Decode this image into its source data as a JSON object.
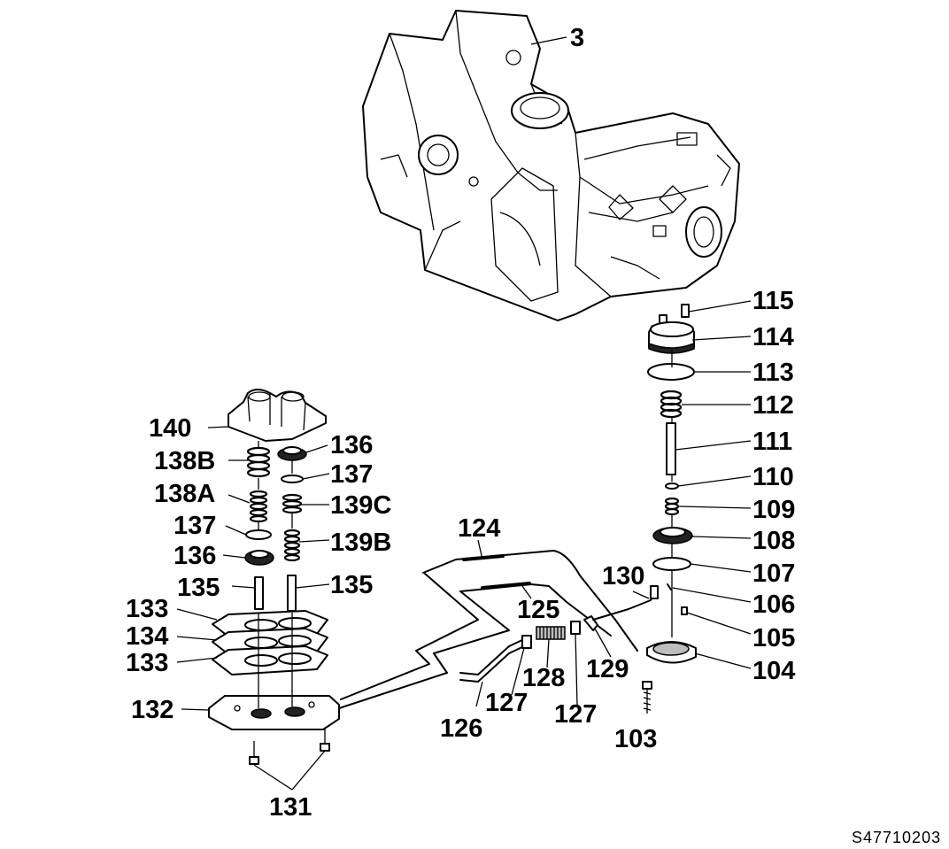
{
  "callouts": [
    {
      "id": "3",
      "text": "3"
    },
    {
      "id": "115",
      "text": "115"
    },
    {
      "id": "114",
      "text": "114"
    },
    {
      "id": "113",
      "text": "113"
    },
    {
      "id": "112",
      "text": "112"
    },
    {
      "id": "111",
      "text": "111"
    },
    {
      "id": "110",
      "text": "110"
    },
    {
      "id": "109",
      "text": "109"
    },
    {
      "id": "108",
      "text": "108"
    },
    {
      "id": "107",
      "text": "107"
    },
    {
      "id": "106",
      "text": "106"
    },
    {
      "id": "105",
      "text": "105"
    },
    {
      "id": "104",
      "text": "104"
    },
    {
      "id": "103",
      "text": "103"
    },
    {
      "id": "140",
      "text": "140"
    },
    {
      "id": "138B",
      "text": "138B"
    },
    {
      "id": "138A",
      "text": "138A"
    },
    {
      "id": "137-left",
      "text": "137"
    },
    {
      "id": "136-left",
      "text": "136"
    },
    {
      "id": "135-left",
      "text": "135"
    },
    {
      "id": "136-right",
      "text": "136"
    },
    {
      "id": "137-right",
      "text": "137"
    },
    {
      "id": "139C",
      "text": "139C"
    },
    {
      "id": "139B",
      "text": "139B"
    },
    {
      "id": "135-right",
      "text": "135"
    },
    {
      "id": "133-top",
      "text": "133"
    },
    {
      "id": "134",
      "text": "134"
    },
    {
      "id": "133-bottom",
      "text": "133"
    },
    {
      "id": "132",
      "text": "132"
    },
    {
      "id": "131",
      "text": "131"
    },
    {
      "id": "124",
      "text": "124"
    },
    {
      "id": "125",
      "text": "125"
    },
    {
      "id": "126",
      "text": "126"
    },
    {
      "id": "127-left",
      "text": "127"
    },
    {
      "id": "128",
      "text": "128"
    },
    {
      "id": "127-right",
      "text": "127"
    },
    {
      "id": "129",
      "text": "129"
    },
    {
      "id": "130",
      "text": "130"
    }
  ],
  "figure_code": "S47710203"
}
